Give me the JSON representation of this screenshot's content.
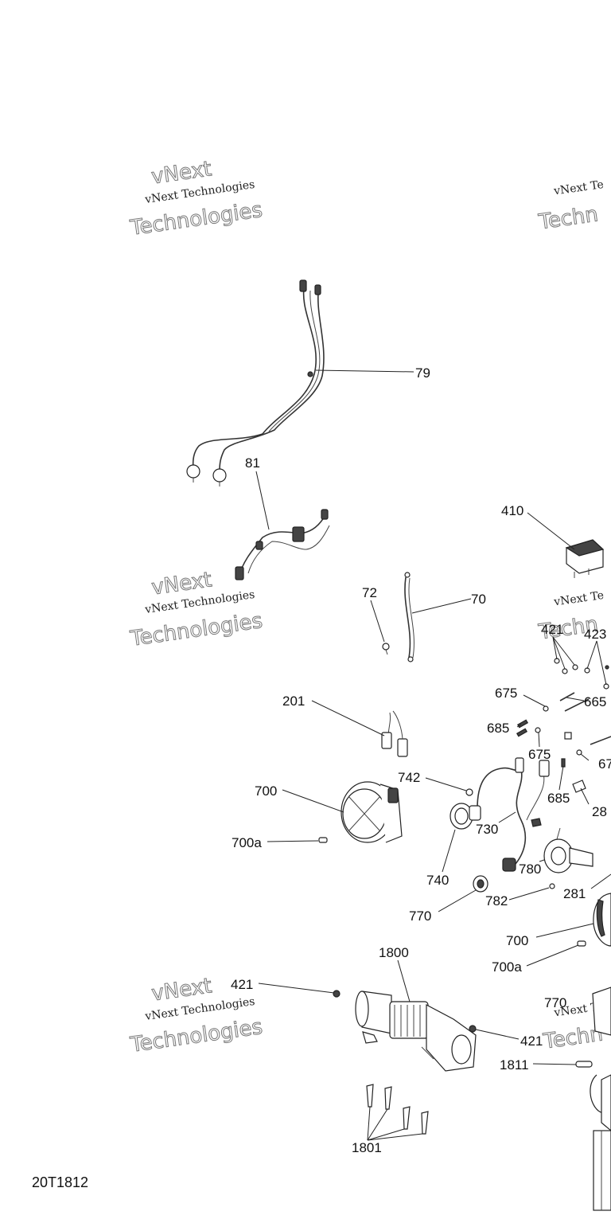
{
  "diagram_code": "20T1812",
  "watermark": {
    "small": "vNext Technologies",
    "big_top": "vNext",
    "big_bottom": "Technologies"
  },
  "watermark_partial": {
    "small": "vNext Te",
    "big": "Techn"
  },
  "callouts": {
    "c79": "79",
    "c81": "81",
    "c410": "410",
    "c72": "72",
    "c70": "70",
    "c421a": "421",
    "c423": "423",
    "c201": "201",
    "c675a": "675",
    "c665": "665",
    "c685a": "685",
    "c675b": "675",
    "c67": "67",
    "c742": "742",
    "c700a": "700",
    "c700aa": "700a",
    "c685b": "685",
    "c28": "28",
    "c730": "730",
    "c740": "740",
    "c780": "780",
    "c281": "281",
    "c770a": "770",
    "c782": "782",
    "c700b": "700",
    "c700ab": "700a",
    "c1800": "1800",
    "c421b": "421",
    "c421c": "421",
    "c770b": "770",
    "c1811": "1811",
    "c1801": "1801"
  }
}
